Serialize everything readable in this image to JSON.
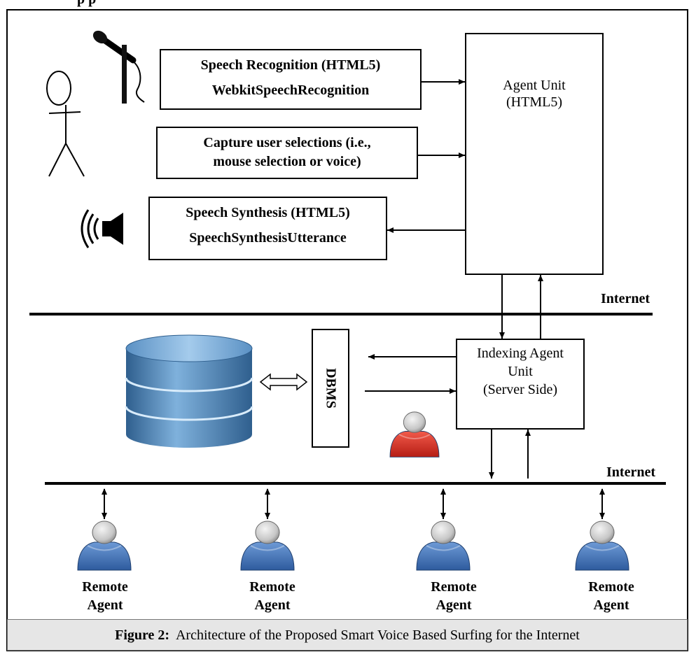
{
  "top_fragment": "p p",
  "speech_recognition": {
    "line1": "Speech  Recognition (HTML5)",
    "line2": "WebkitSpeechRecognition"
  },
  "capture": {
    "line1": "Capture user selections (i.e.,",
    "line2": "mouse selection or voice)"
  },
  "speech_synthesis": {
    "line1": "Speech Synthesis (HTML5)",
    "line2": "SpeechSynthesisUtterance"
  },
  "agent_unit": {
    "line1": "Agent Unit",
    "line2": "(HTML5)"
  },
  "internet_labels": [
    "Internet",
    "Internet"
  ],
  "indexing_agent": {
    "line1": "Indexing Agent",
    "line2": "Unit",
    "line3": "(Server Side)"
  },
  "dbms_label": "DBMS",
  "remote_agents": [
    {
      "line1": "Remote",
      "line2": "Agent"
    },
    {
      "line1": "Remote",
      "line2": "Agent"
    },
    {
      "line1": "Remote",
      "line2": "Agent"
    },
    {
      "line1": "Remote",
      "line2": "Agent"
    }
  ],
  "caption": {
    "prefix": "Figure 2:",
    "text": "  Architecture of the Proposed Smart Voice Based Surfing for the Internet"
  },
  "icons": {
    "user": "stick-figure-icon",
    "microphone": "microphone-icon",
    "speaker": "speaker-icon",
    "database": "database-icon",
    "agent": "agent-avatar-icon",
    "local_agent": "red-agent-avatar-icon"
  },
  "colors": {
    "agent_blue": "#3f6fb4",
    "agent_red": "#d62a20",
    "database_blue": "#4d86b8",
    "caption_bg": "#e6e6e6"
  }
}
